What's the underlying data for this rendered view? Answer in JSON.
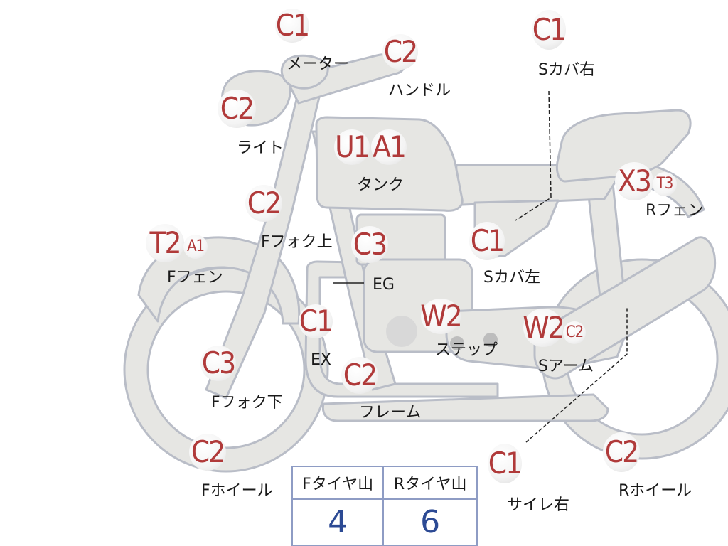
{
  "parts": [
    {
      "id": "meter",
      "codes": [
        "C1"
      ],
      "label": "メーター"
    },
    {
      "id": "handle",
      "codes": [
        "C2"
      ],
      "label": "ハンドル"
    },
    {
      "id": "light",
      "codes": [
        "C2"
      ],
      "label": "ライト"
    },
    {
      "id": "tank",
      "codes": [
        "U1",
        "A1"
      ],
      "label": "タンク"
    },
    {
      "id": "f-fork-upper",
      "codes": [
        "C2"
      ],
      "label": "Fフォク上"
    },
    {
      "id": "f-fender",
      "codes": [
        "T2",
        "A1"
      ],
      "label": "Fフェン"
    },
    {
      "id": "engine",
      "codes": [
        "C3"
      ],
      "label": "EG"
    },
    {
      "id": "exhaust",
      "codes": [
        "C1"
      ],
      "label": "EX"
    },
    {
      "id": "f-fork-lower",
      "codes": [
        "C3"
      ],
      "label": "Fフォク下"
    },
    {
      "id": "frame",
      "codes": [
        "C2"
      ],
      "label": "フレーム"
    },
    {
      "id": "step",
      "codes": [
        "W2"
      ],
      "label": "ステップ"
    },
    {
      "id": "f-wheel",
      "codes": [
        "C2"
      ],
      "label": "Fホイール"
    },
    {
      "id": "s-cover-right",
      "codes": [
        "C1"
      ],
      "label": "Sカバ右"
    },
    {
      "id": "s-cover-left",
      "codes": [
        "C1"
      ],
      "label": "Sカバ左"
    },
    {
      "id": "r-fender",
      "codes": [
        "X3",
        "T3"
      ],
      "label": "Rフェン"
    },
    {
      "id": "swing-arm",
      "codes": [
        "W2",
        "C2"
      ],
      "label": "Sアーム"
    },
    {
      "id": "muffler-right",
      "codes": [
        "C1"
      ],
      "label": "サイレ右"
    },
    {
      "id": "r-wheel",
      "codes": [
        "C2"
      ],
      "label": "Rホイール"
    }
  ],
  "tread": {
    "front_label": "Fタイヤ山",
    "rear_label": "Rタイヤ山",
    "front_value": "4",
    "rear_value": "6"
  },
  "colors": {
    "body_fill": "#e6e6e3",
    "outline": "#b9bdc7",
    "code_red": "#b03a3a",
    "table_border": "#8e9cc4",
    "table_value": "#2c4a94"
  }
}
